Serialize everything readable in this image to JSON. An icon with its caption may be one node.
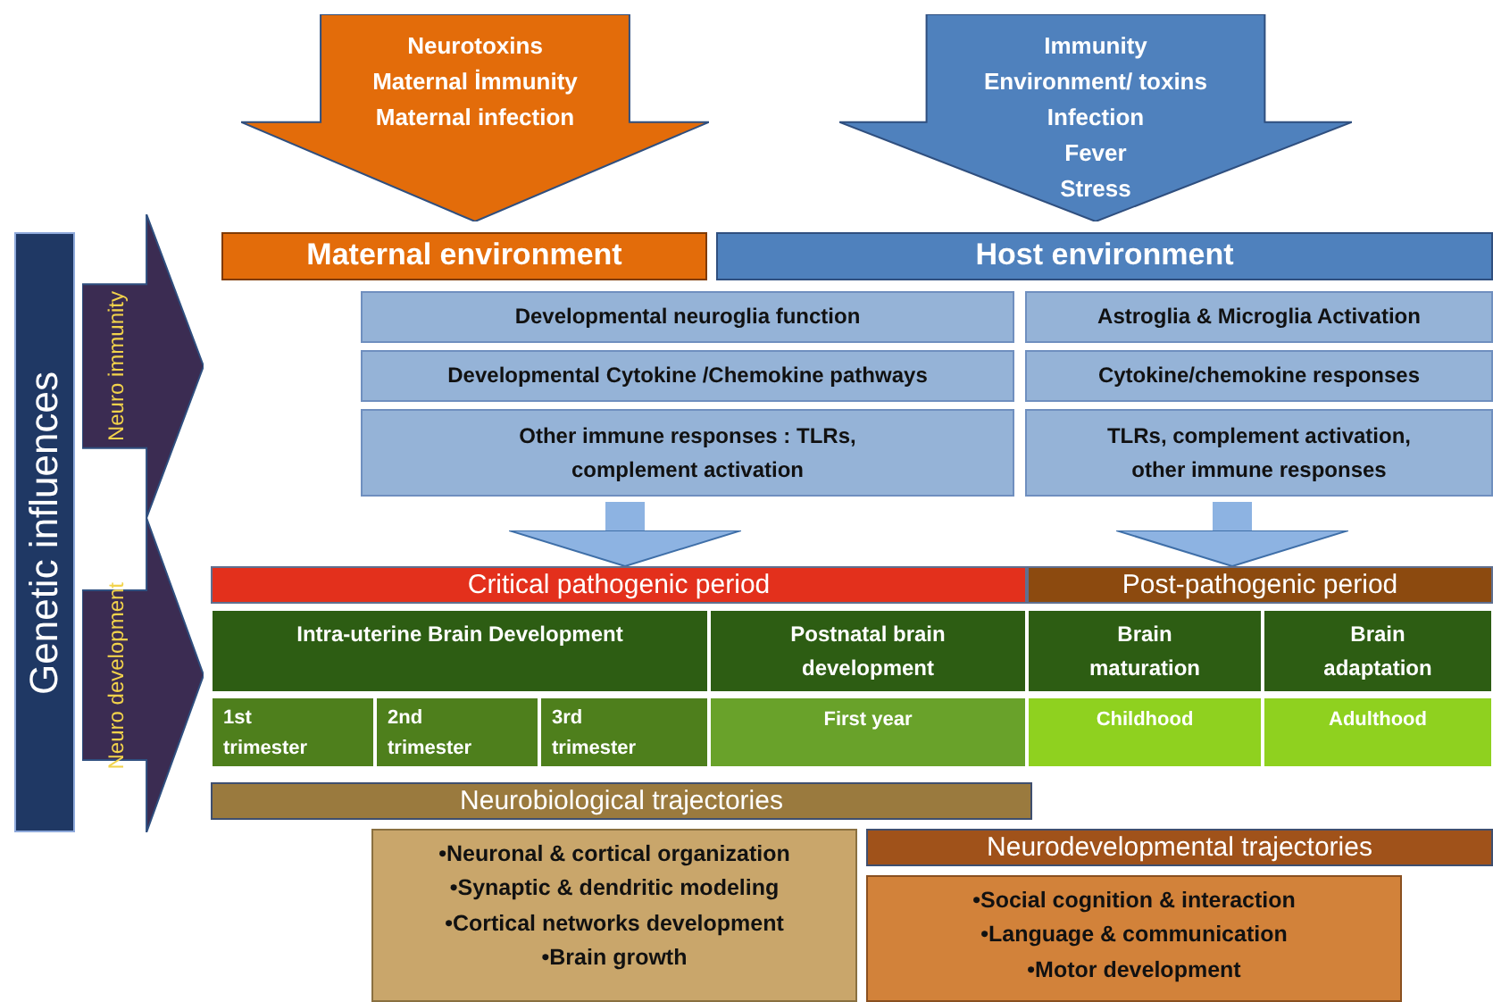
{
  "diagram": {
    "nodes": [
      {
        "text": [
          "Neurotoxins",
          "Maternal İmmunity",
          "Maternal infection"
        ]
      },
      {
        "text": [
          "Immunity",
          "Environment/ toxins",
          "Infection",
          "Fever",
          "Stress"
        ]
      },
      {
        "text": [
          "Genetic influences"
        ]
      },
      {
        "text": [
          "Neuro immunity"
        ]
      },
      {
        "text": [
          "Maternal environment"
        ]
      },
      {
        "text": [
          "Host environment"
        ]
      },
      {
        "text": [
          "Developmental neuroglia function"
        ]
      },
      {
        "text": [
          "Astroglia & Microglia Activation"
        ]
      },
      {
        "text": [
          "Developmental Cytokine /Chemokine pathways"
        ]
      },
      {
        "text": [
          "Cytokine/chemokine responses"
        ]
      },
      {
        "text": [
          "Other immune responses : TLRs, complement activation"
        ]
      },
      {
        "text": [
          "TLRs, complement activation, other immune responses"
        ]
      },
      {
        "text": [
          "Neuro development"
        ]
      },
      {
        "text": [
          "Critical pathogenic period"
        ]
      },
      {
        "text": [
          "Post-pathogenic period"
        ]
      },
      {
        "text": [
          "Intra-uterine Brain Development"
        ]
      },
      {
        "text": [
          "Postnatal brain development"
        ]
      },
      {
        "text": [
          "Brain maturation"
        ]
      },
      {
        "text": [
          "Brain adaptation"
        ]
      },
      {
        "text": [
          "1st trimester"
        ]
      },
      {
        "text": [
          "2nd trimester"
        ]
      },
      {
        "text": [
          "3rd trimester"
        ]
      },
      {
        "text": [
          "First year"
        ]
      },
      {
        "text": [
          "Childhood"
        ]
      },
      {
        "text": [
          "Adulthood"
        ]
      },
      {
        "text": [
          "Neurobiological trajectories"
        ]
      },
      {
        "text": [
          "•Neuronal & cortical organization",
          "•Synaptic & dendritic modeling",
          "•Cortical networks development",
          "•Brain growth"
        ]
      },
      {
        "text": [
          "Neurodevelopmental trajectories"
        ]
      },
      {
        "text": [
          "•Social cognition & interaction",
          "•Language & communication",
          "•Motor development"
        ]
      }
    ],
    "edges": [
      {
        "from": 10,
        "to": 13,
        "arrow": "to"
      },
      {
        "from": 11,
        "to": 14,
        "arrow": "to"
      }
    ]
  }
}
